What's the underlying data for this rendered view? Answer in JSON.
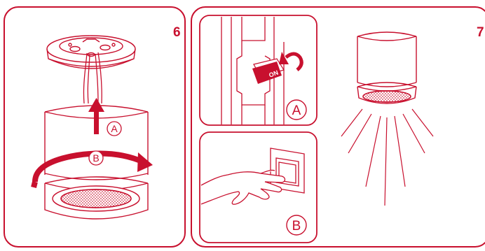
{
  "colors": {
    "accent": "#c8102e",
    "line": "#c8102e",
    "background": "#ffffff"
  },
  "steps": [
    {
      "number": "6",
      "labels": {
        "pull_down": "A",
        "rotate": "B"
      }
    },
    {
      "number": "7"
    }
  ],
  "breaker_panel": {
    "label": "A",
    "switch_text": "ON"
  },
  "wall_switch_panel": {
    "label": "B"
  }
}
